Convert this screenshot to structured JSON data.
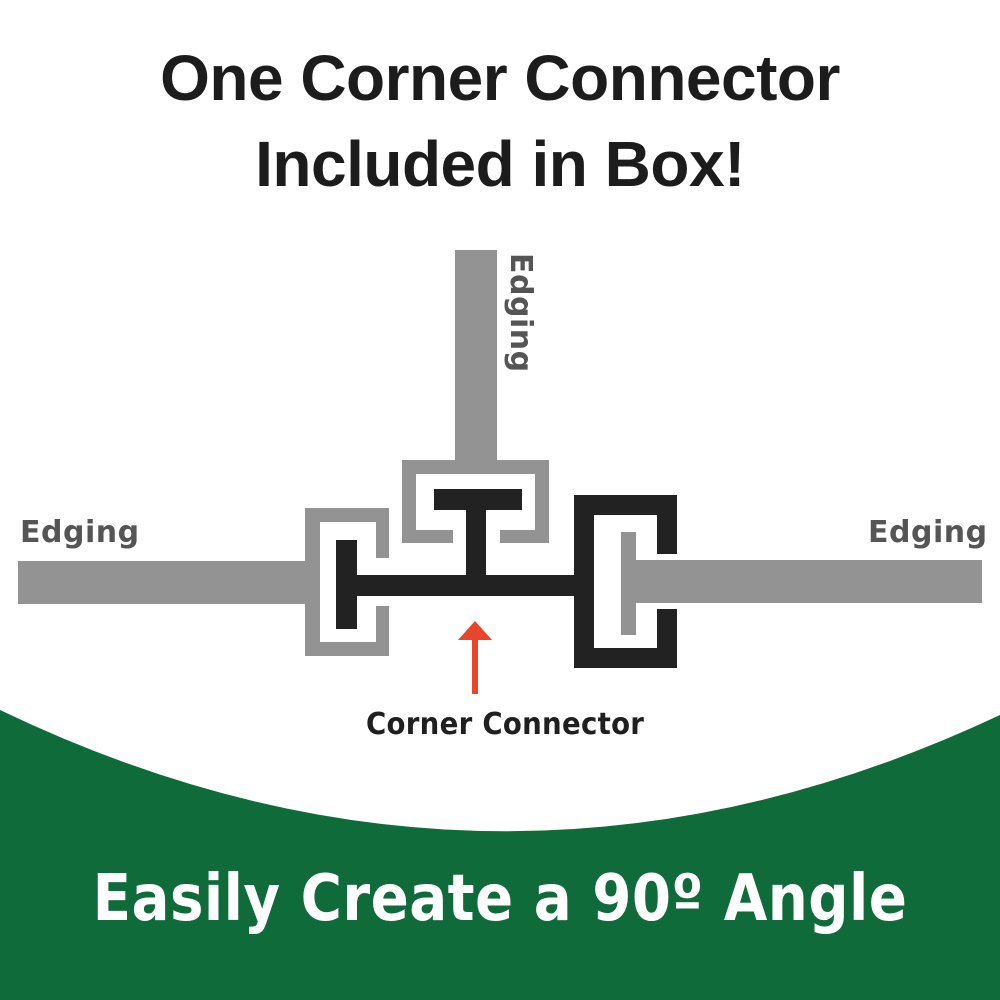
{
  "header": {
    "line1": "One Corner Connector",
    "line2": "Included in Box!"
  },
  "diagram": {
    "labels": {
      "edging_left": "Edging",
      "edging_right": "Edging",
      "edging_top": "Edging",
      "corner_connector": "Corner Connector"
    },
    "colors": {
      "edging_gray": "#939393",
      "connector_black": "#222222",
      "arrow_orange": "#e8452a",
      "banner_green": "#0f6b3a"
    }
  },
  "banner": {
    "text": "Easily Create a 90º Angle"
  }
}
